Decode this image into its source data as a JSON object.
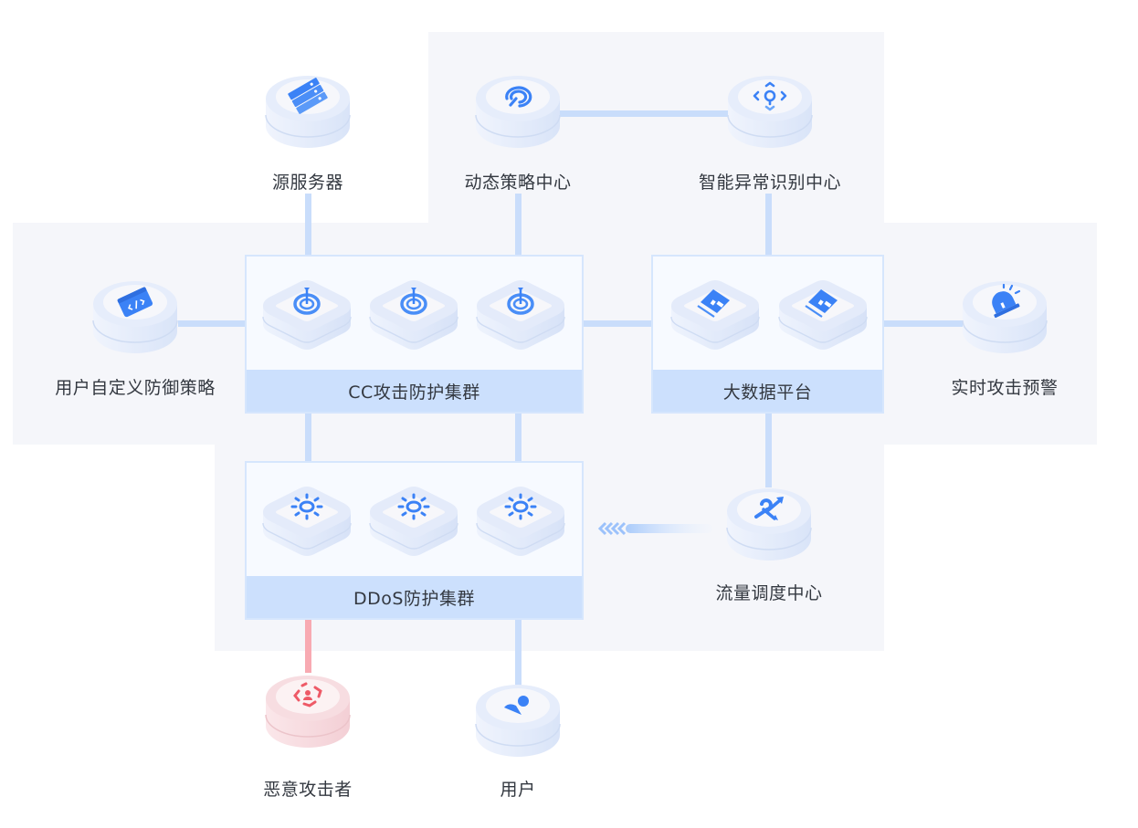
{
  "diagram": {
    "title": "DDoS/CC 防护架构",
    "colors": {
      "line": "#c9ddfb",
      "line_attack": "#f8aab2",
      "region_bg": "#f5f6fa",
      "cluster_bar": "#cce0fd",
      "icon_blue": "#3b82f6",
      "icon_red": "#ee5a67"
    },
    "nodes": {
      "origin_server": {
        "label": "源服务器",
        "icon": "server-icon"
      },
      "dynamic_policy": {
        "label": "动态策略中心",
        "icon": "signal-icon"
      },
      "anomaly_detection": {
        "label": "智能异常识别中心",
        "icon": "target-locate-icon"
      },
      "custom_policy": {
        "label": "用户自定义防御策略",
        "icon": "code-card-icon"
      },
      "realtime_alert": {
        "label": "实时攻击预警",
        "icon": "alarm-light-icon"
      },
      "traffic_scheduling": {
        "label": "流量调度中心",
        "icon": "route-icon"
      },
      "attacker": {
        "label": "恶意攻击者",
        "icon": "attacker-icon"
      },
      "user": {
        "label": "用户",
        "icon": "user-icon"
      }
    },
    "clusters": {
      "cc": {
        "label": "CC攻击防护集群",
        "node_count": 3,
        "icon": "dart-target-icon"
      },
      "bigdata": {
        "label": "大数据平台",
        "node_count": 2,
        "icon": "data-chart-icon"
      },
      "ddos": {
        "label": "DDoS防护集群",
        "node_count": 3,
        "icon": "gear-icon"
      }
    },
    "edges": [
      {
        "from": "origin_server",
        "to": "cc"
      },
      {
        "from": "dynamic_policy",
        "to": "cc"
      },
      {
        "from": "dynamic_policy",
        "to": "anomaly_detection"
      },
      {
        "from": "anomaly_detection",
        "to": "bigdata"
      },
      {
        "from": "custom_policy",
        "to": "cc"
      },
      {
        "from": "cc",
        "to": "bigdata"
      },
      {
        "from": "bigdata",
        "to": "realtime_alert"
      },
      {
        "from": "bigdata",
        "to": "traffic_scheduling"
      },
      {
        "from": "cc",
        "to": "ddos"
      },
      {
        "from": "traffic_scheduling",
        "to": "ddos",
        "style": "arrow"
      },
      {
        "from": "attacker",
        "to": "ddos",
        "style": "attack"
      },
      {
        "from": "user",
        "to": "ddos"
      }
    ]
  }
}
